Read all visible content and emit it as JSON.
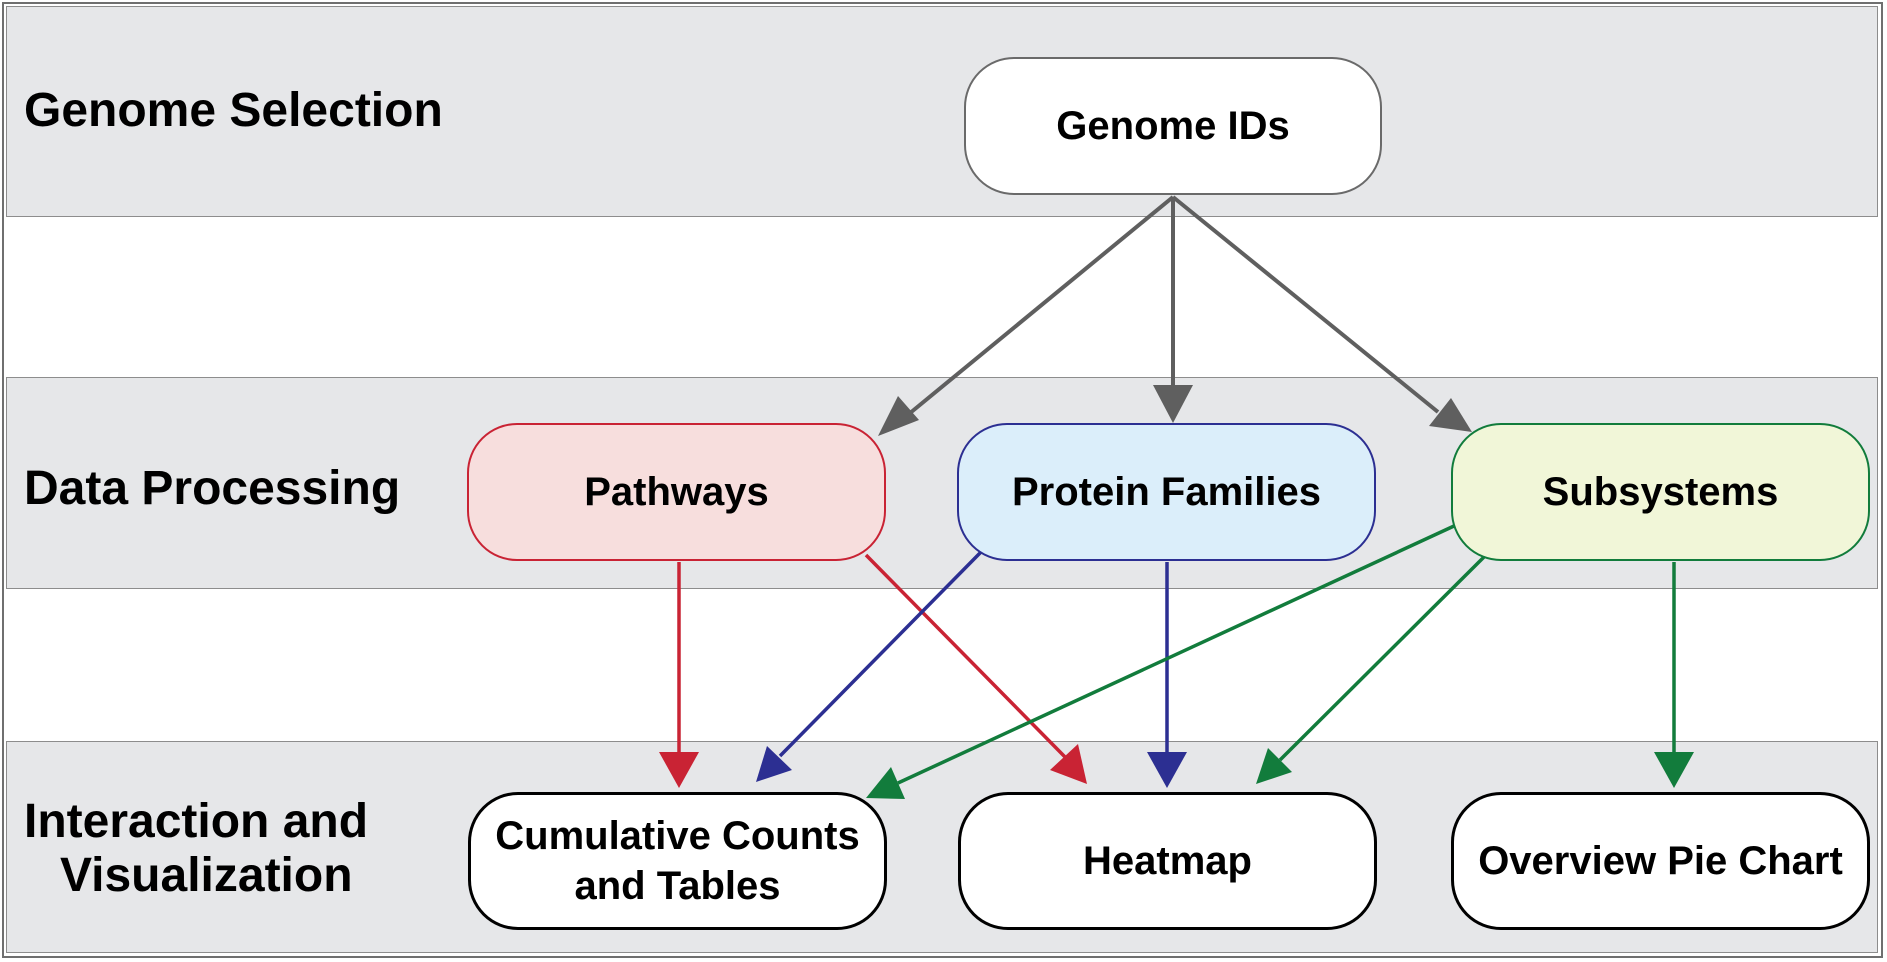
{
  "bands": {
    "genome_selection": "Genome Selection",
    "data_processing": "Data Processing",
    "interaction_line1": "Interaction and",
    "interaction_line2": "Visualization"
  },
  "nodes": {
    "genome_ids": "Genome IDs",
    "pathways": "Pathways",
    "protein_families": "Protein Families",
    "subsystems": "Subsystems",
    "cumulative_line1": "Cumulative Counts",
    "cumulative_line2": "and Tables",
    "heatmap": "Heatmap",
    "overview_pie": "Overview Pie Chart"
  },
  "colors": {
    "gray_edge": "#5f5f5f",
    "pathways": "#c92334",
    "protein_families": "#2c2f92",
    "subsystems": "#127c3c"
  },
  "edges": [
    {
      "from": "Genome IDs",
      "to": "Pathways",
      "color": "gray"
    },
    {
      "from": "Genome IDs",
      "to": "Protein Families",
      "color": "gray"
    },
    {
      "from": "Genome IDs",
      "to": "Subsystems",
      "color": "gray"
    },
    {
      "from": "Pathways",
      "to": "Cumulative Counts and Tables",
      "color": "red"
    },
    {
      "from": "Pathways",
      "to": "Heatmap",
      "color": "red"
    },
    {
      "from": "Protein Families",
      "to": "Cumulative Counts and Tables",
      "color": "blue"
    },
    {
      "from": "Protein Families",
      "to": "Heatmap",
      "color": "blue"
    },
    {
      "from": "Subsystems",
      "to": "Cumulative Counts and Tables",
      "color": "green"
    },
    {
      "from": "Subsystems",
      "to": "Heatmap",
      "color": "green"
    },
    {
      "from": "Subsystems",
      "to": "Overview Pie Chart",
      "color": "green"
    }
  ]
}
